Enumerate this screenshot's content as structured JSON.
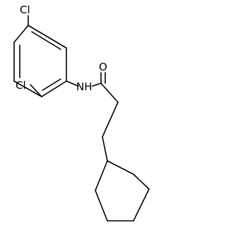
{
  "molecule": {
    "atoms": {
      "cl_top": "Cl",
      "cl_left": "Cl",
      "nh": "NH",
      "o": "O"
    }
  }
}
